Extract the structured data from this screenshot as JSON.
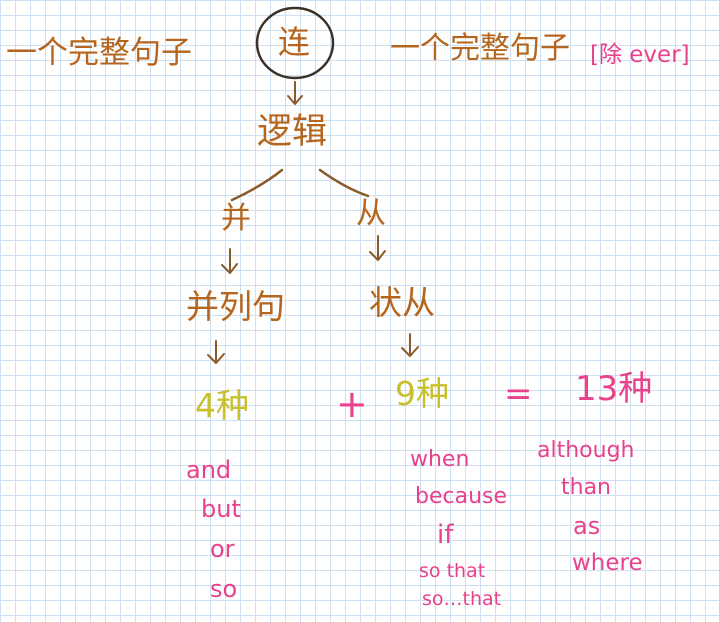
{
  "top": {
    "left_sentence": "一个完整句子",
    "connector": "连",
    "right_sentence": "一个完整句子",
    "note": "[除 ever]"
  },
  "logic": "逻辑",
  "coordinate": {
    "label": "并",
    "sentence": "并列句",
    "count": "4种",
    "words": [
      "and",
      "but",
      "or",
      "so"
    ]
  },
  "subordinate": {
    "label": "从",
    "sentence": "状从",
    "count": "9种",
    "words_col1": [
      "when",
      "because",
      "if",
      "so that",
      "so…that"
    ],
    "words_col2": [
      "although",
      "than",
      "as",
      "where"
    ]
  },
  "equation": {
    "plus": "+",
    "equals": "=",
    "total": "13种"
  },
  "colors": {
    "brown": "#b5651d",
    "gold": "#c8c02c",
    "pink": "#e8428c",
    "grid": "#cfe0f0"
  }
}
